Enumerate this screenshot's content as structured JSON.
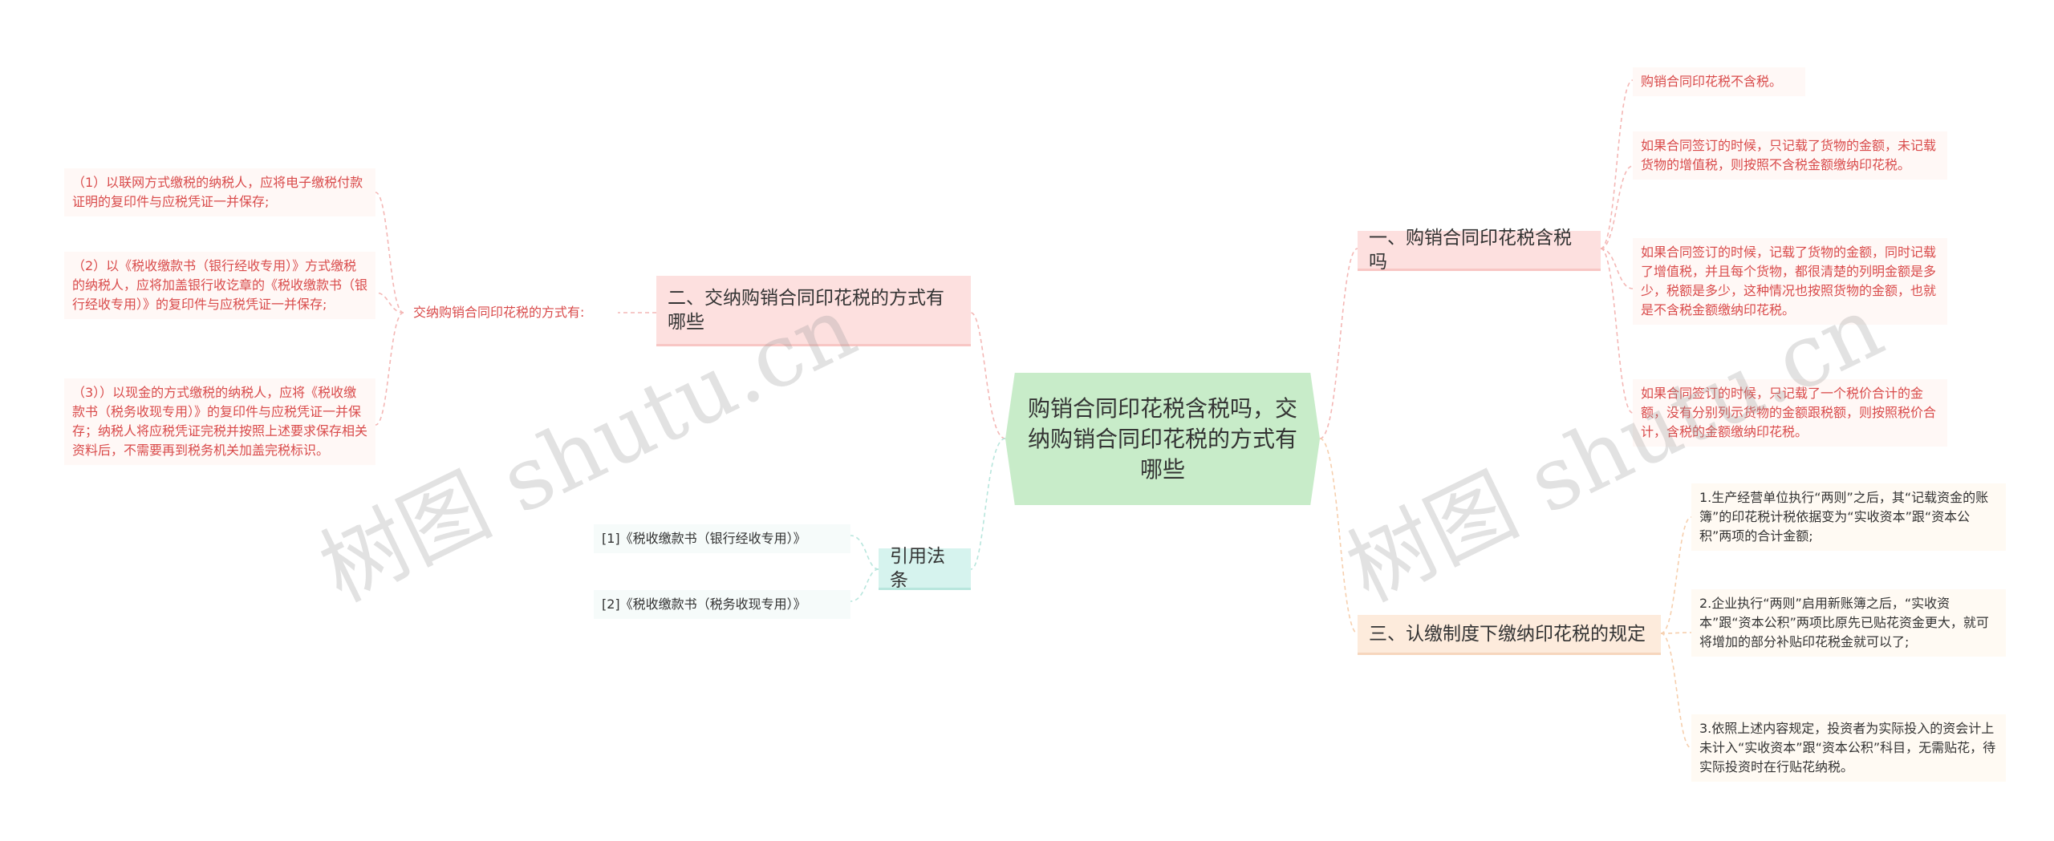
{
  "center": {
    "title": "购销合同印花税含税吗，交纳购销合同印花税的方式有哪些"
  },
  "branches": {
    "b1": {
      "label": "一、购销合同印花税含税吗"
    },
    "b2": {
      "label": "二、交纳购销合同印花税的方式有哪些"
    },
    "b3": {
      "label": "三、认缴制度下缴纳印花税的规定"
    },
    "b4": {
      "label": "引用法条"
    }
  },
  "b1_items": [
    "购销合同印花税不含税。",
    "如果合同签订的时候，只记载了货物的金额，未记载货物的增值税，则按照不含税金额缴纳印花税。",
    "如果合同签订的时候，记载了货物的金额，同时记载了增值税，并且每个货物，都很清楚的列明金额是多少，税额是多少，这种情况也按照货物的金额，也就是不含税金额缴纳印花税。",
    "如果合同签订的时候，只记载了一个税价合计的金额，没有分别列示货物的金额跟税额，则按照税价合计，含税的金额缴纳印花税。"
  ],
  "b2_sub": "交纳购销合同印花税的方式有:",
  "b2_items": [
    "（1）以联网方式缴税的纳税人，应将电子缴税付款证明的复印件与应税凭证一并保存;",
    "（2）以《税收缴款书（银行经收专用）》方式缴税的纳税人，应将加盖银行收讫章的《税收缴款书（银行经收专用）》的复印件与应税凭证一并保存;",
    "（3））以现金的方式缴税的纳税人，应将《税收缴款书（税务收现专用）》的复印件与应税凭证一并保存；纳税人将应税凭证完税并按照上述要求保存相关资料后，不需要再到税务机关加盖完税标识。"
  ],
  "b3_items": [
    "1.生产经营单位执行“两则”之后，其“记载资金的账簿”的印花税计税依据变为“实收资本”跟“资本公积”两项的合计金额;",
    "2.企业执行“两则”启用新账簿之后，“实收资本”跟“资本公积”两项比原先已贴花资金更大，就可将增加的部分补贴印花税金就可以了;",
    "3.依照上述内容规定，投资者为实际投入的资会计上未计入“实收资本”跟“资本公积”科目，无需贴花，待实际投资时在行贴花纳税。"
  ],
  "b4_items": [
    "[1]《税收缴款书（银行经收专用）》",
    "[2]《税收缴款书（税务收现专用）》"
  ],
  "watermark": "树图 shutu.cn",
  "colors": {
    "center": "#c8ecc9",
    "red_branch": "#fde0df",
    "peach_branch": "#fdebdc",
    "teal_branch": "#d6f3ee",
    "leaf_text_red": "#d94b4b"
  }
}
